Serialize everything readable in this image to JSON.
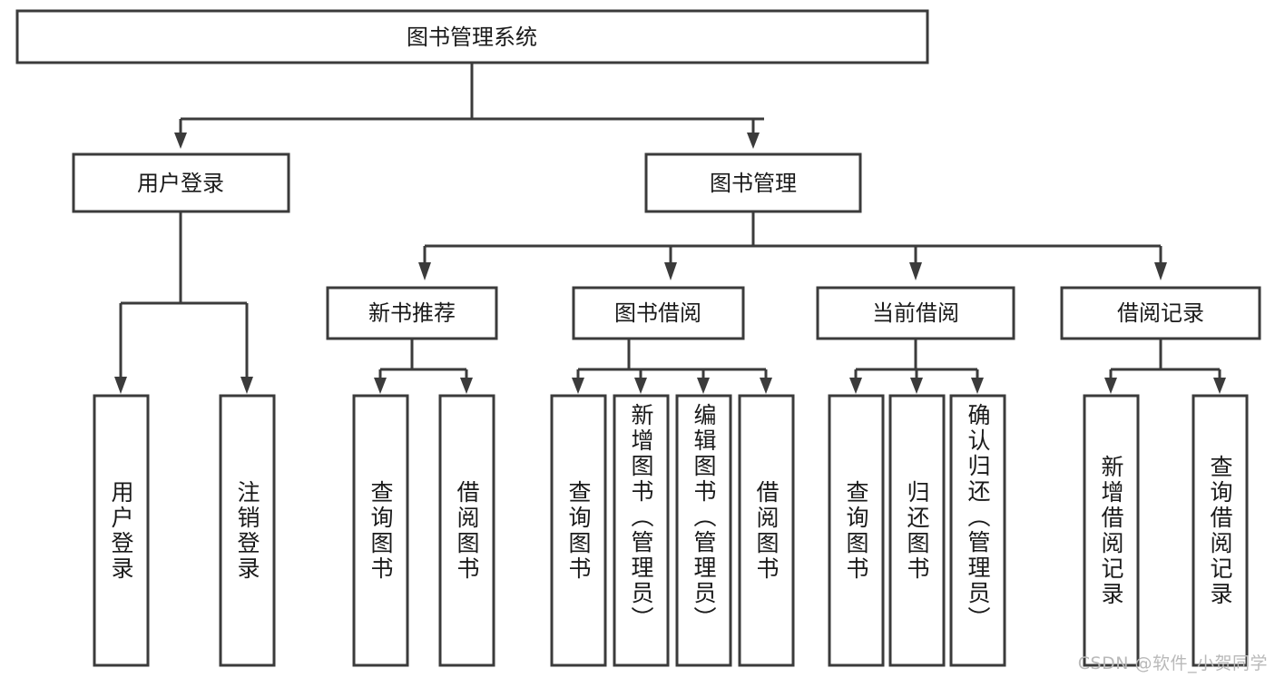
{
  "diagram": {
    "type": "tree-hierarchy-chart",
    "orientation": "top-down",
    "root": {
      "label": "图书管理系统"
    },
    "level2": [
      {
        "label": "用户登录"
      },
      {
        "label": "图书管理"
      }
    ],
    "level3": [
      {
        "label": "新书推荐",
        "parent": "图书管理"
      },
      {
        "label": "图书借阅",
        "parent": "图书管理"
      },
      {
        "label": "当前借阅",
        "parent": "图书管理"
      },
      {
        "label": "借阅记录",
        "parent": "图书管理"
      }
    ],
    "leaves": {
      "user_login": [
        {
          "label": "用户登录"
        },
        {
          "label": "注销登录"
        }
      ],
      "new_book_recommend": [
        {
          "label": "查询图书"
        },
        {
          "label": "借阅图书"
        }
      ],
      "book_borrow": [
        {
          "label": "查询图书"
        },
        {
          "label": "新增图书（管理员）"
        },
        {
          "label": "编辑图书（管理员）"
        },
        {
          "label": "借阅图书"
        }
      ],
      "current_borrow": [
        {
          "label": "查询图书"
        },
        {
          "label": "归还图书"
        },
        {
          "label": "确认归还（管理员）"
        }
      ],
      "borrow_record": [
        {
          "label": "新增借阅记录"
        },
        {
          "label": "查询借阅记录"
        }
      ]
    }
  },
  "watermark": {
    "text": "CSDN @软件_小贺同学"
  },
  "colors": {
    "stroke": "#3b3b3b",
    "fill": "#ffffff",
    "text": "#1a1a1a",
    "watermark": "#b9b9b9",
    "background": "#ffffff"
  }
}
